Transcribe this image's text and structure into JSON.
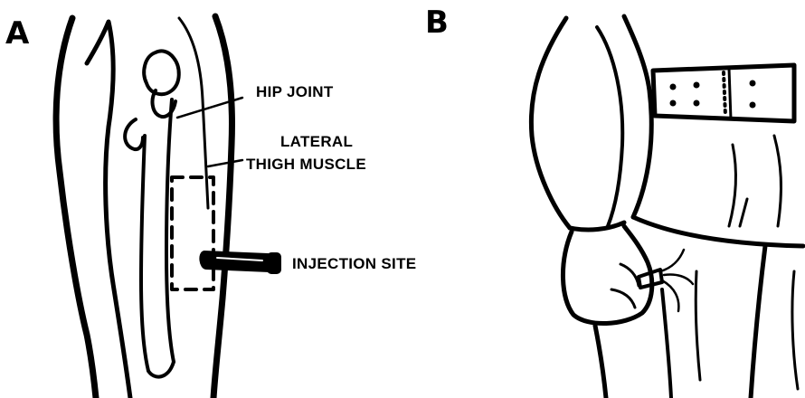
{
  "panels": {
    "a": {
      "letter": "A",
      "labels": {
        "hip_joint": "HIP JOINT",
        "lateral_line1": "LATERAL",
        "lateral_line2": "THIGH MUSCLE",
        "injection_site": "INJECTION SITE"
      }
    },
    "b": {
      "letter": "B"
    }
  },
  "colors": {
    "ink": "#000000",
    "background": "#ffffff"
  }
}
